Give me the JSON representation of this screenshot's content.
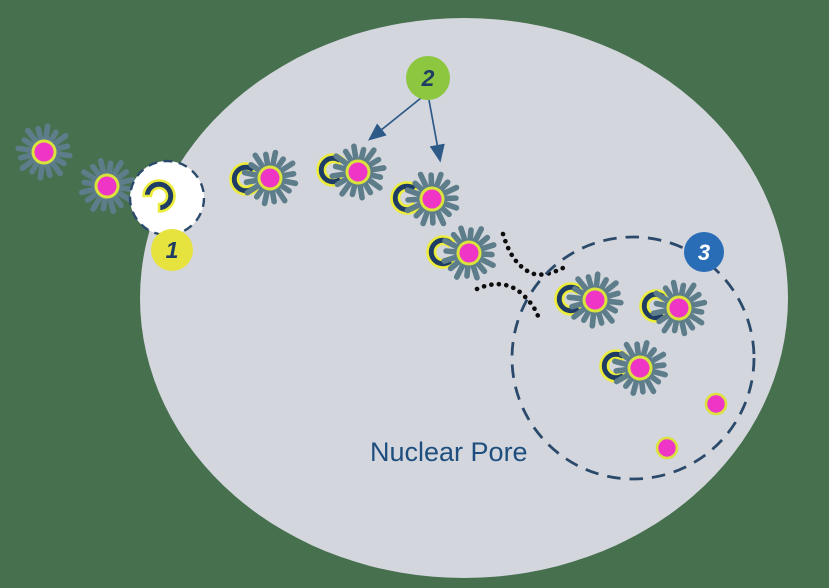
{
  "scene": {
    "label": "Nuclear Pore",
    "badges": [
      {
        "label": "1"
      },
      {
        "label": "2"
      },
      {
        "label": "3"
      }
    ],
    "icons": {
      "cargo_particle": "flower-burst-with-magenta-core",
      "importin": "navy-crescent-yellow-outline",
      "pore_membrane_opening": "white-dashed-circle",
      "pore_basket": "black-dotted-filaments",
      "released_cargo": "magenta-dot-yellow-ring"
    }
  },
  "colors": {
    "background": "#47704f",
    "nucleus": "#d3d6dd",
    "navy": "#1e3c64",
    "dash": "#2b4a6b",
    "magenta": "#ee35c6",
    "ring_yellow": "#d9e33c",
    "crescent_outline": "#ecec3d",
    "petal_slate": "#5e7d8b",
    "badge1_bg": "#e7e33e",
    "badge2_bg": "#8dc63f",
    "badge3_bg": "#2a6db7",
    "badge3_text": "#ffffff",
    "label_text": "#1d4e7e",
    "arrow": "#2e5a88",
    "filament": "#0d0d0d",
    "pore_white": "#ffffff"
  }
}
